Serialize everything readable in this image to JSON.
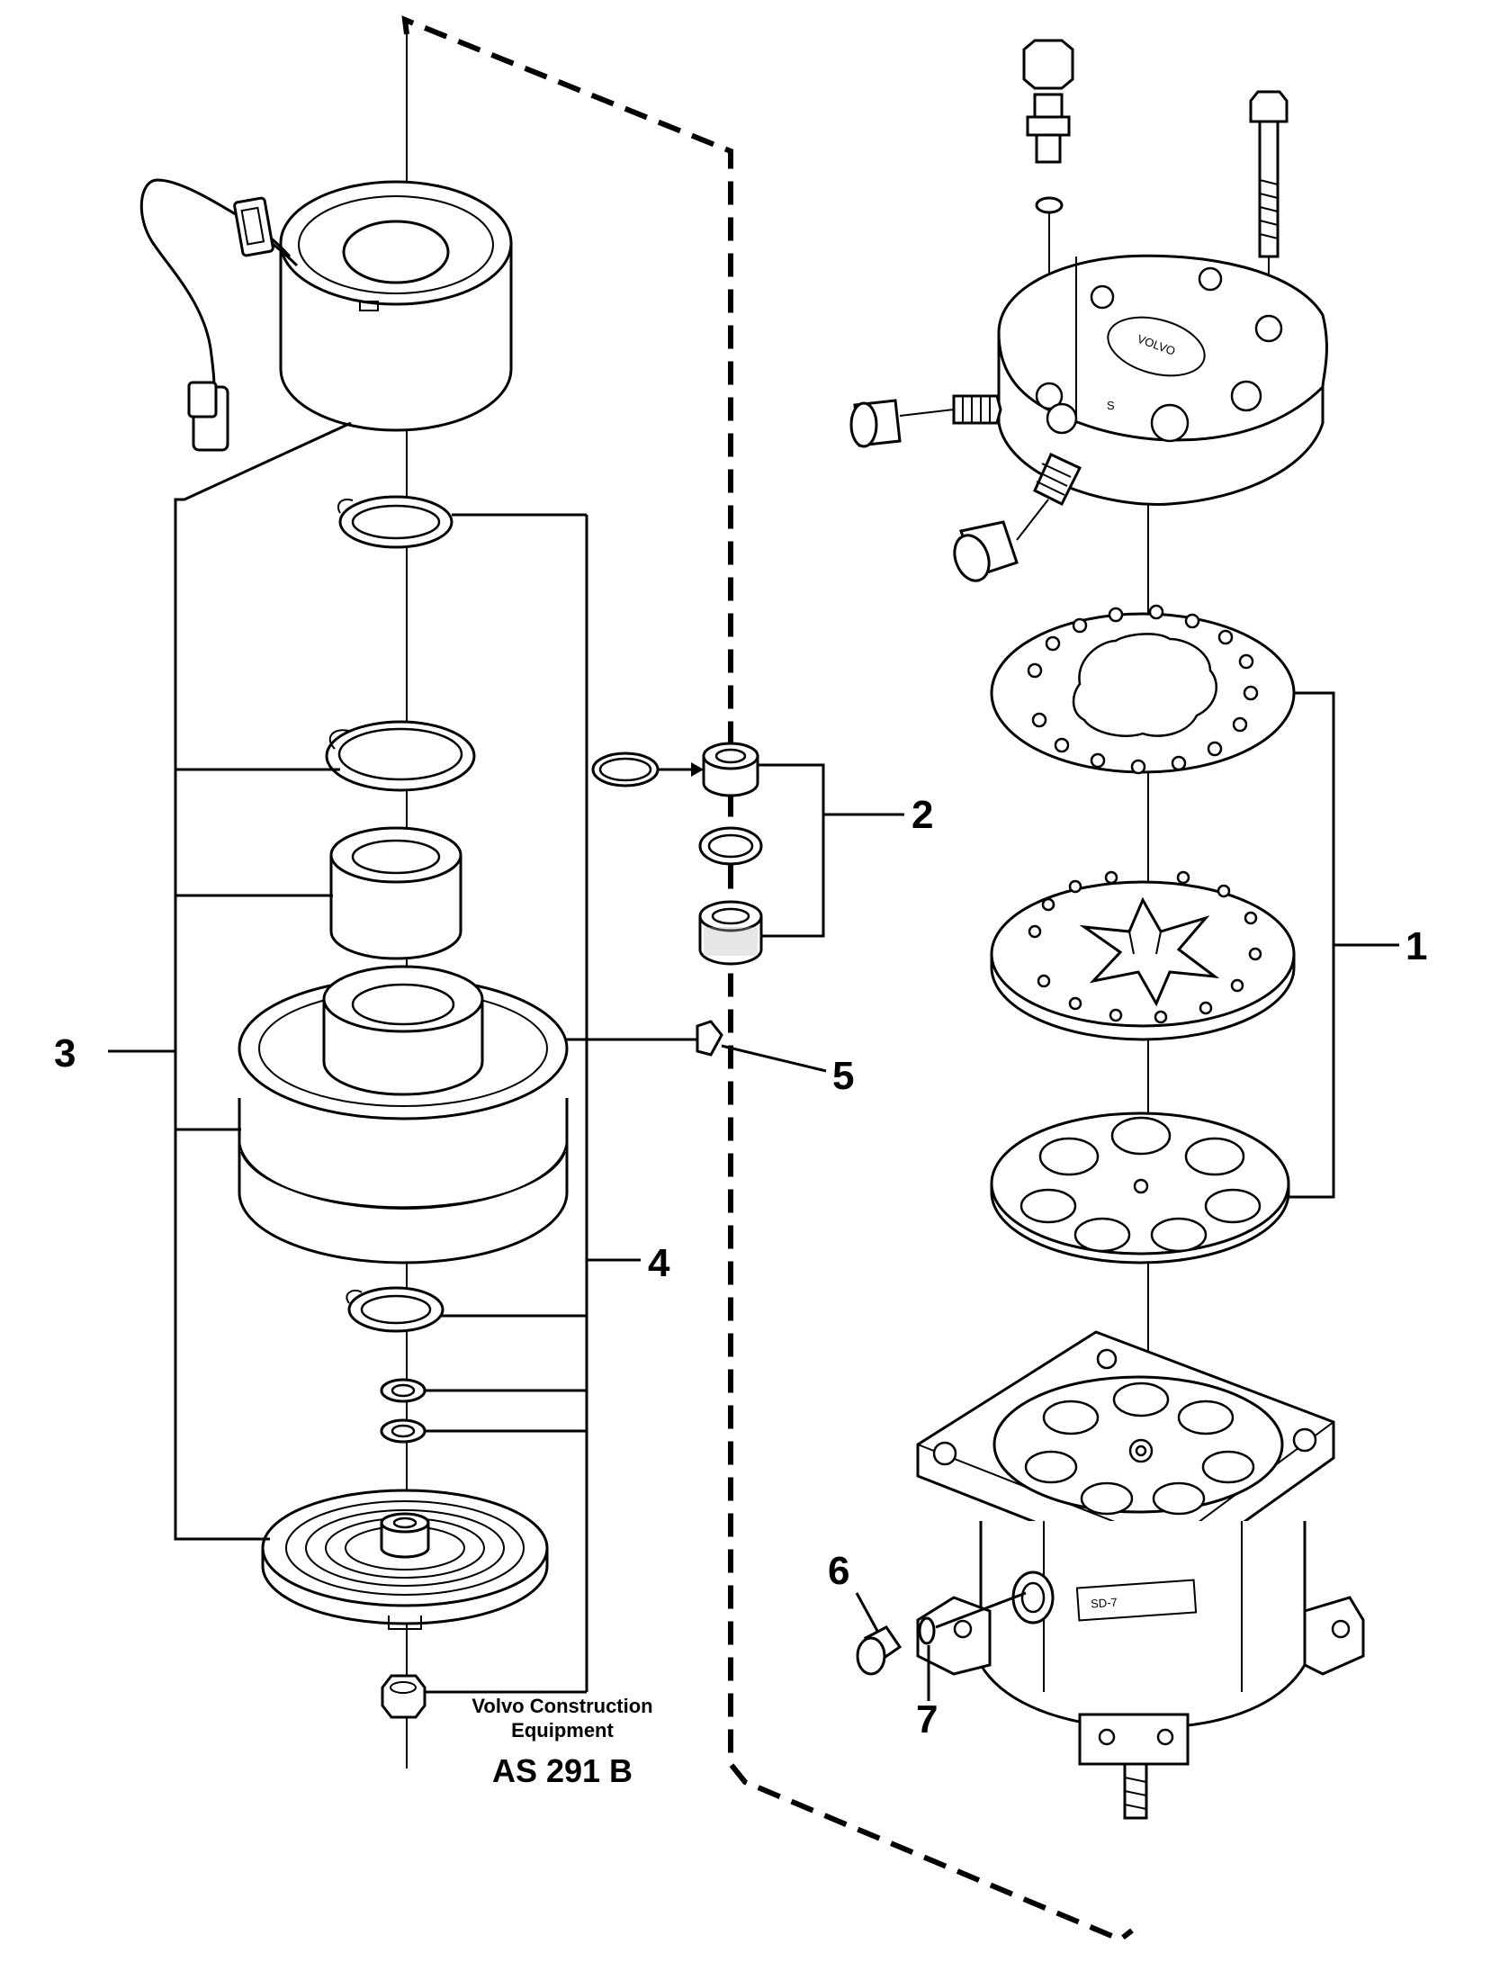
{
  "diagram": {
    "callouts": {
      "c1": "1",
      "c2": "2",
      "c3": "3",
      "c4": "4",
      "c5": "5",
      "c6": "6",
      "c7": "7"
    },
    "footer": {
      "company_line1": "Volvo Construction",
      "company_line2": "Equipment",
      "document_id": "AS 291 B"
    },
    "markings": {
      "cylinder_head_stamp": "S",
      "compressor_label": "SD-7"
    }
  }
}
